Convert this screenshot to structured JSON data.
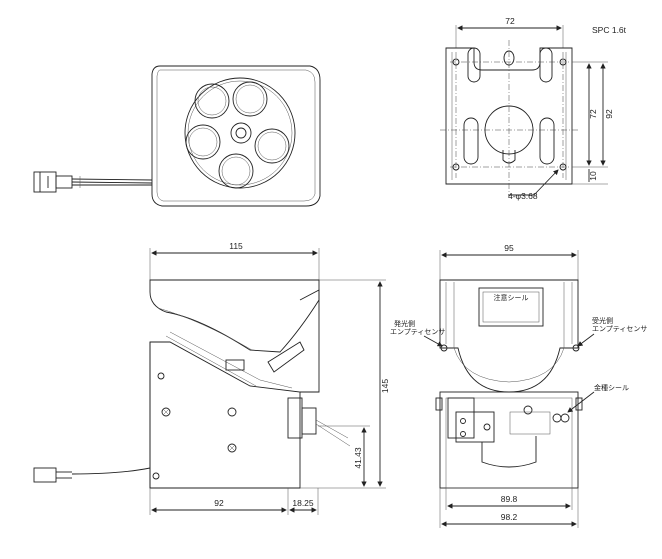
{
  "material": "SPC 1.6t",
  "top_plate": {
    "width_label": "72",
    "height_label": "92",
    "side_label": "72",
    "edge_label": "10",
    "hole_label": "4-φ3.68"
  },
  "side_view": {
    "width_label": "115",
    "height_label": "145",
    "bottom_left_label": "92",
    "bottom_right_label": "18.25",
    "shaft_label": "41.43"
  },
  "front_view": {
    "width_label": "95",
    "inner_label": "89.8",
    "outer_label": "98.2",
    "caution_label": "注意シール",
    "emitter_label_1": "発光側",
    "emitter_label_2": "エンプティセンサ",
    "receiver_label_1": "受光側",
    "receiver_label_2": "エンプティセンサ",
    "seal_label": "金種シール"
  }
}
